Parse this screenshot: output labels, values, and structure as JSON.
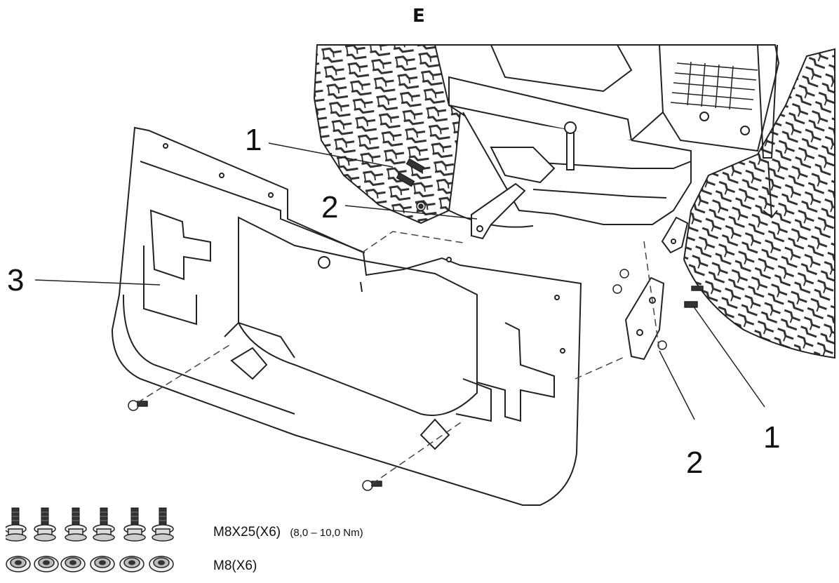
{
  "header": {
    "section_letter": "E"
  },
  "callouts": [
    {
      "id": "c1-top",
      "label": "1"
    },
    {
      "id": "c2-left",
      "label": "2"
    },
    {
      "id": "c3",
      "label": "3"
    },
    {
      "id": "c2-right",
      "label": "2"
    },
    {
      "id": "c1-right",
      "label": "1"
    }
  ],
  "hardware": {
    "bolts": {
      "spec": "M8X25(X6)",
      "torque": "(8,0 – 10,0 Nm)",
      "count": 6
    },
    "nuts": {
      "spec": "M8(X6)",
      "count": 6
    }
  },
  "colors": {
    "line": "#222222",
    "background": "#ffffff",
    "tire": "#333333"
  }
}
